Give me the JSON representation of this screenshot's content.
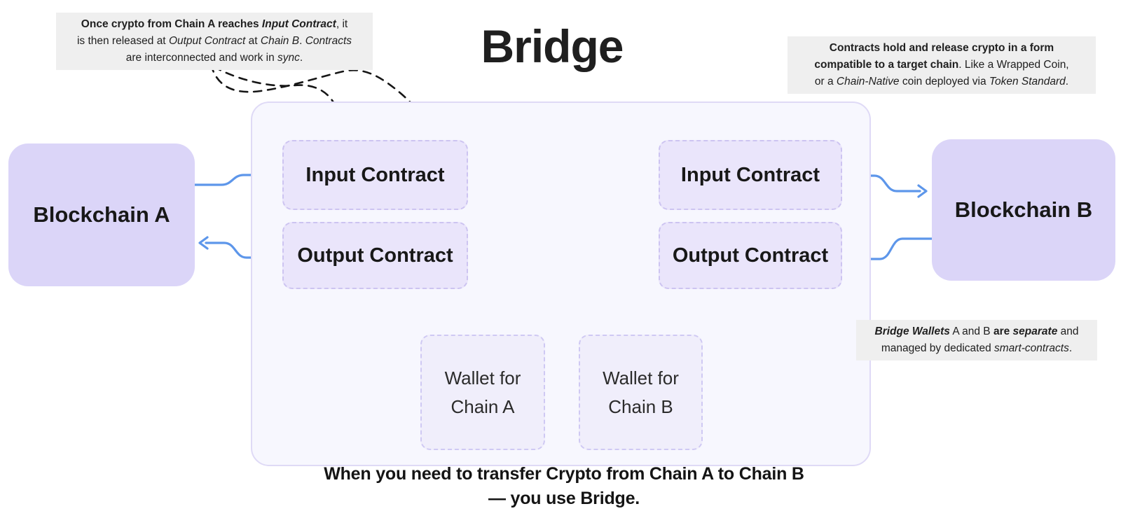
{
  "title": "Bridge",
  "colors": {
    "arrow_blue": "#5d96ea",
    "blockchain_node_fill": "#dbd5f8",
    "contract_box_fill": "#eae5fb",
    "contract_box_border": "#cdc4f1",
    "wallet_box_fill": "#f0eefb",
    "wallet_box_border": "#cfc9f3",
    "bridge_container_fill": "#f7f7fe",
    "bridge_container_border": "#dfdaf6",
    "note_background": "#efefef",
    "dashed_arrow_black": "#161616"
  },
  "nodes": {
    "blockchain_a": "Blockchain A",
    "blockchain_b": "Blockchain B",
    "input_contract_left": "Input Contract",
    "output_contract_left": "Output Contract",
    "input_contract_right": "Input Contract",
    "output_contract_right": "Output Contract",
    "wallet_a": "Wallet for Chain A",
    "wallet_b": "Wallet for Chain B"
  },
  "annotations": {
    "top_left": {
      "lines": [
        [
          {
            "t": "Once crypto from Chain A reaches ",
            "b": true
          },
          {
            "t": "Input Contract",
            "b": true,
            "i": true
          },
          {
            "t": ", it"
          }
        ],
        [
          {
            "t": "is then released at "
          },
          {
            "t": "Output Contract",
            "i": true
          },
          {
            "t": " at "
          },
          {
            "t": "Chain B",
            "i": true
          },
          {
            "t": ". "
          },
          {
            "t": "Contracts",
            "i": true
          }
        ],
        [
          {
            "t": "are interconnected and work in "
          },
          {
            "t": "sync",
            "i": true
          },
          {
            "t": "."
          }
        ]
      ]
    },
    "top_right": {
      "lines": [
        [
          {
            "t": "Contracts hold and release crypto in a form",
            "b": true
          }
        ],
        [
          {
            "t": "compatible to a target chain",
            "b": true
          },
          {
            "t": ". Like a Wrapped Coin,"
          }
        ],
        [
          {
            "t": "or a "
          },
          {
            "t": "Chain-Native",
            "i": true
          },
          {
            "t": " coin deployed via "
          },
          {
            "t": "Token Standard",
            "i": true
          },
          {
            "t": "."
          }
        ]
      ]
    },
    "bottom_right": {
      "lines": [
        [
          {
            "t": "Bridge Wallets",
            "b": true,
            "i": true
          },
          {
            "t": " A and B "
          },
          {
            "t": "are ",
            "b": true
          },
          {
            "t": "separate",
            "b": true,
            "i": true
          },
          {
            "t": " and"
          }
        ],
        [
          {
            "t": "managed by dedicated "
          },
          {
            "t": "smart-contracts",
            "i": true
          },
          {
            "t": "."
          }
        ]
      ]
    }
  },
  "caption": {
    "line1": "When you need to transfer Crypto from Chain A to Chain B",
    "line2": "— you use Bridge."
  }
}
